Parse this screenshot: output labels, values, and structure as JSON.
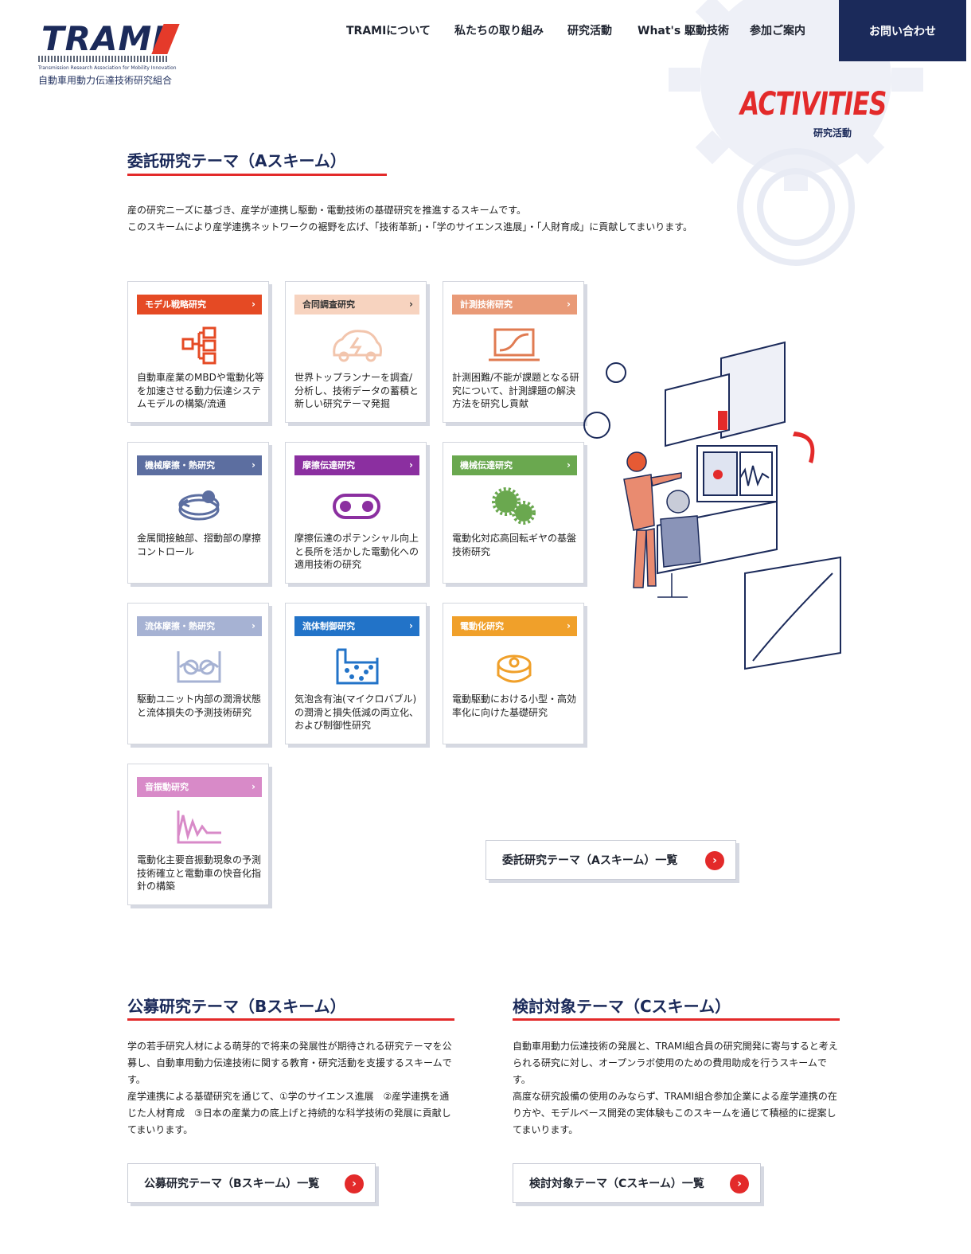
{
  "logo": {
    "word": "TRAMI",
    "subtitle": "Transmission Research Association for Mobility Innovation",
    "jp_name": "自動車用動力伝達技術研究組合"
  },
  "nav": {
    "items": [
      "TRAMIについて",
      "私たちの取り組み",
      "研究活動",
      "What's 駆動技術",
      "参加ご案内"
    ],
    "contact": "お問い合わせ"
  },
  "hero": {
    "title": "ACTIVITIES",
    "subtitle": "研究活動"
  },
  "scheme_a": {
    "title": "委託研究テーマ（Aスキーム）",
    "lines": [
      "産の研究ニーズに基づき、産学が連携し駆動・電動技術の基礎研究を推進するスキームです。",
      "このスキームにより産学連携ネットワークの裾野を広げ、「技術革新」・「学のサイエンス進展」・「人財育成」に貢献してまいります。"
    ],
    "cards": [
      {
        "tag": "モデル戦略研究",
        "color": "#e54a24",
        "icon": "block-diagram-icon",
        "desc": "自動車産業のMBDや電動化等を加速させる動力伝達システムモデルの構築/流通"
      },
      {
        "tag": "合同調査研究",
        "color": "#f7d3bf",
        "icon": "car-bolt-icon",
        "desc": "世界トップランナーを調査/分析し、技術データの蓄積と新しい研究テーマ発掘"
      },
      {
        "tag": "計測技術研究",
        "color": "#e99a77",
        "icon": "laptop-graph-icon",
        "desc": "計測困難/不能が課題となる研究について、計測課題の解決方法を研究し貢献"
      },
      {
        "tag": "機械摩擦・熱研究",
        "color": "#5c6ea0",
        "icon": "bearing-ring-icon",
        "desc": "金属間接触部、摺動部の摩擦コントロール"
      },
      {
        "tag": "摩擦伝達研究",
        "color": "#8b2fa0",
        "icon": "belt-pulley-icon",
        "desc": "摩擦伝達のポテンシャル向上と長所を活かした電動化への適用技術の研究"
      },
      {
        "tag": "機械伝達研究",
        "color": "#6aa84f",
        "icon": "gears-icon",
        "desc": "電動化対応高回転ギヤの基盤技術研究"
      },
      {
        "tag": "流体摩擦・熱研究",
        "color": "#a6b2d3",
        "icon": "fluid-gear-icon",
        "desc": "駆動ユニット内部の潤滑状態と流体損失の予測技術研究"
      },
      {
        "tag": "流体制御研究",
        "color": "#2273c8",
        "icon": "bubble-tank-icon",
        "desc": "気泡含有油(マイクロバブル)の潤滑と損失低減の両立化、および制御性研究"
      },
      {
        "tag": "電動化研究",
        "color": "#f0a02a",
        "icon": "motor-icon",
        "desc": "電動駆動における小型・高効率化に向けた基礎研究"
      },
      {
        "tag": "音振動研究",
        "color": "#d88ac8",
        "icon": "vibration-wave-icon",
        "desc": "電動化主要音振動現象の予測技術確立と電動車の快音化指針の構築"
      }
    ],
    "list_button": "委託研究テーマ（Aスキーム）一覧"
  },
  "scheme_b": {
    "title": "公募研究テーマ（Bスキーム）",
    "lines": [
      "学の若手研究人材による萌芽的で将来の発展性が期待される研究テーマを公",
      "募し、自動車用動力伝達技術に関する教育・研究活動を支援するスキームで",
      "す。",
      "産学連携による基礎研究を通じて、①学のサイエンス進展　②産学連携を通",
      "じた人材育成　③日本の産業力の底上げと持続的な科学技術の発展に貢献し",
      "てまいります。"
    ],
    "list_button": "公募研究テーマ（Bスキーム）一覧"
  },
  "scheme_c": {
    "title": "検討対象テーマ（Cスキーム）",
    "lines": [
      "自動車用動力伝達技術の発展と、TRAMI組合員の研究開発に寄与すると考え",
      "られる研究に対し、オープンラボ使用のための費用助成を行うスキームで",
      "す。",
      "高度な研究設備の使用のみならず、TRAMI組合参加企業による産学連携の在",
      "り方や、モデルベース開発の実体験もこのスキームを通じて積極的に提案し",
      "てまいります。"
    ],
    "list_button": "検討対象テーマ（Cスキーム）一覧"
  },
  "colors": {
    "navy": "#1b2a5a",
    "accent_red": "#e32a2a"
  }
}
